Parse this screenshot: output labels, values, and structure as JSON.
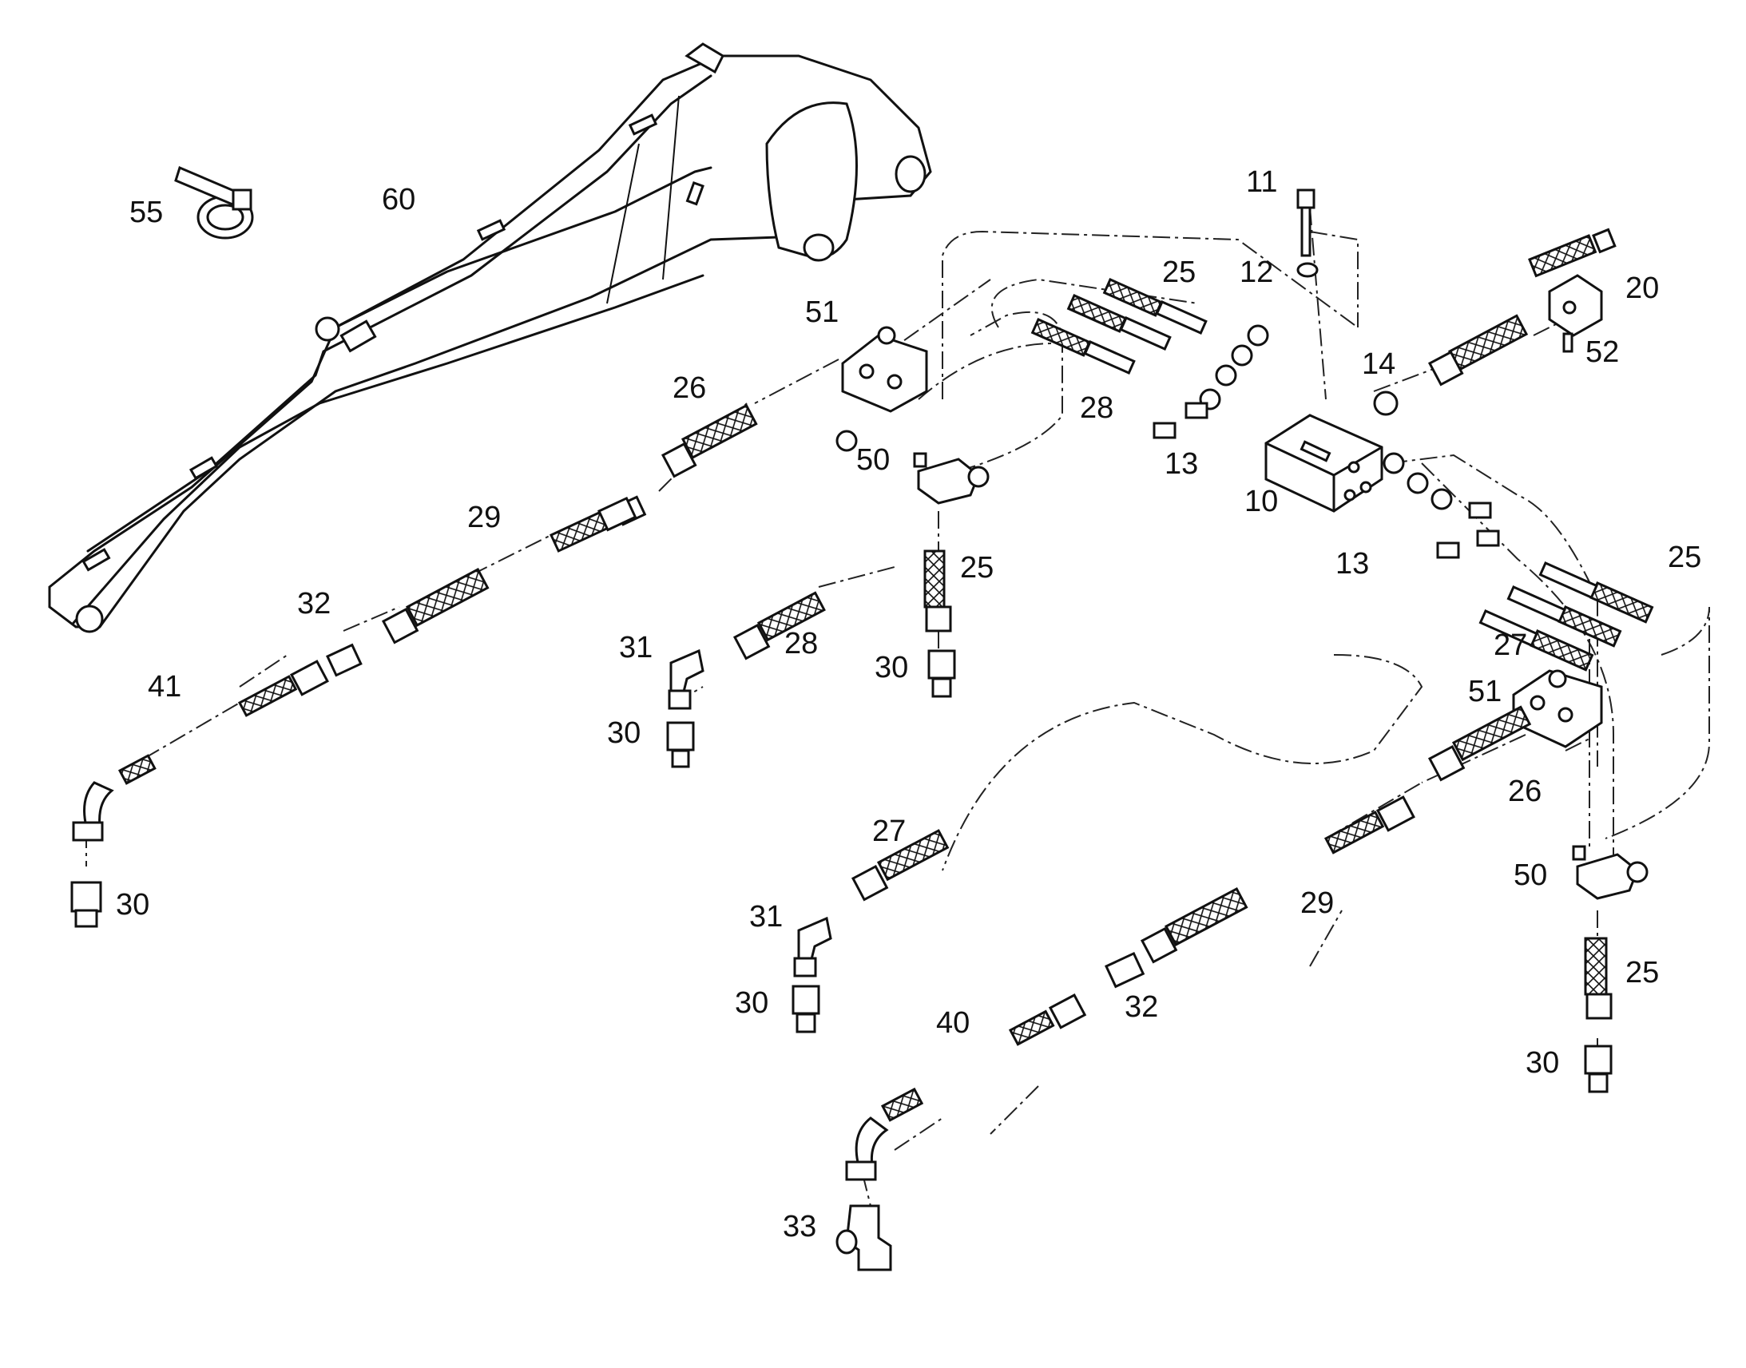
{
  "callouts": [
    {
      "id": "c55",
      "text": "55"
    },
    {
      "id": "c60",
      "text": "60"
    },
    {
      "id": "c11",
      "text": "11"
    },
    {
      "id": "c12",
      "text": "12"
    },
    {
      "id": "c25a",
      "text": "25"
    },
    {
      "id": "c20",
      "text": "20"
    },
    {
      "id": "c51a",
      "text": "51"
    },
    {
      "id": "c52",
      "text": "52"
    },
    {
      "id": "c14",
      "text": "14"
    },
    {
      "id": "c26a",
      "text": "26"
    },
    {
      "id": "c28a",
      "text": "28"
    },
    {
      "id": "c50a",
      "text": "50"
    },
    {
      "id": "c13a",
      "text": "13"
    },
    {
      "id": "c10",
      "text": "10"
    },
    {
      "id": "c29a",
      "text": "29"
    },
    {
      "id": "c25b",
      "text": "25"
    },
    {
      "id": "c13b",
      "text": "13"
    },
    {
      "id": "c25c",
      "text": "25"
    },
    {
      "id": "c32a",
      "text": "32"
    },
    {
      "id": "c31a",
      "text": "31"
    },
    {
      "id": "c28b",
      "text": "28"
    },
    {
      "id": "c30a",
      "text": "30"
    },
    {
      "id": "c27a",
      "text": "27"
    },
    {
      "id": "c41",
      "text": "41"
    },
    {
      "id": "c30b",
      "text": "30"
    },
    {
      "id": "c51b",
      "text": "51"
    },
    {
      "id": "c26b",
      "text": "26"
    },
    {
      "id": "c27b",
      "text": "27"
    },
    {
      "id": "c30c",
      "text": "30"
    },
    {
      "id": "c50b",
      "text": "50"
    },
    {
      "id": "c29b",
      "text": "29"
    },
    {
      "id": "c31b",
      "text": "31"
    },
    {
      "id": "c25d",
      "text": "25"
    },
    {
      "id": "c30d",
      "text": "30"
    },
    {
      "id": "c40",
      "text": "40"
    },
    {
      "id": "c32b",
      "text": "32"
    },
    {
      "id": "c30e",
      "text": "30"
    },
    {
      "id": "c33",
      "text": "33"
    }
  ]
}
